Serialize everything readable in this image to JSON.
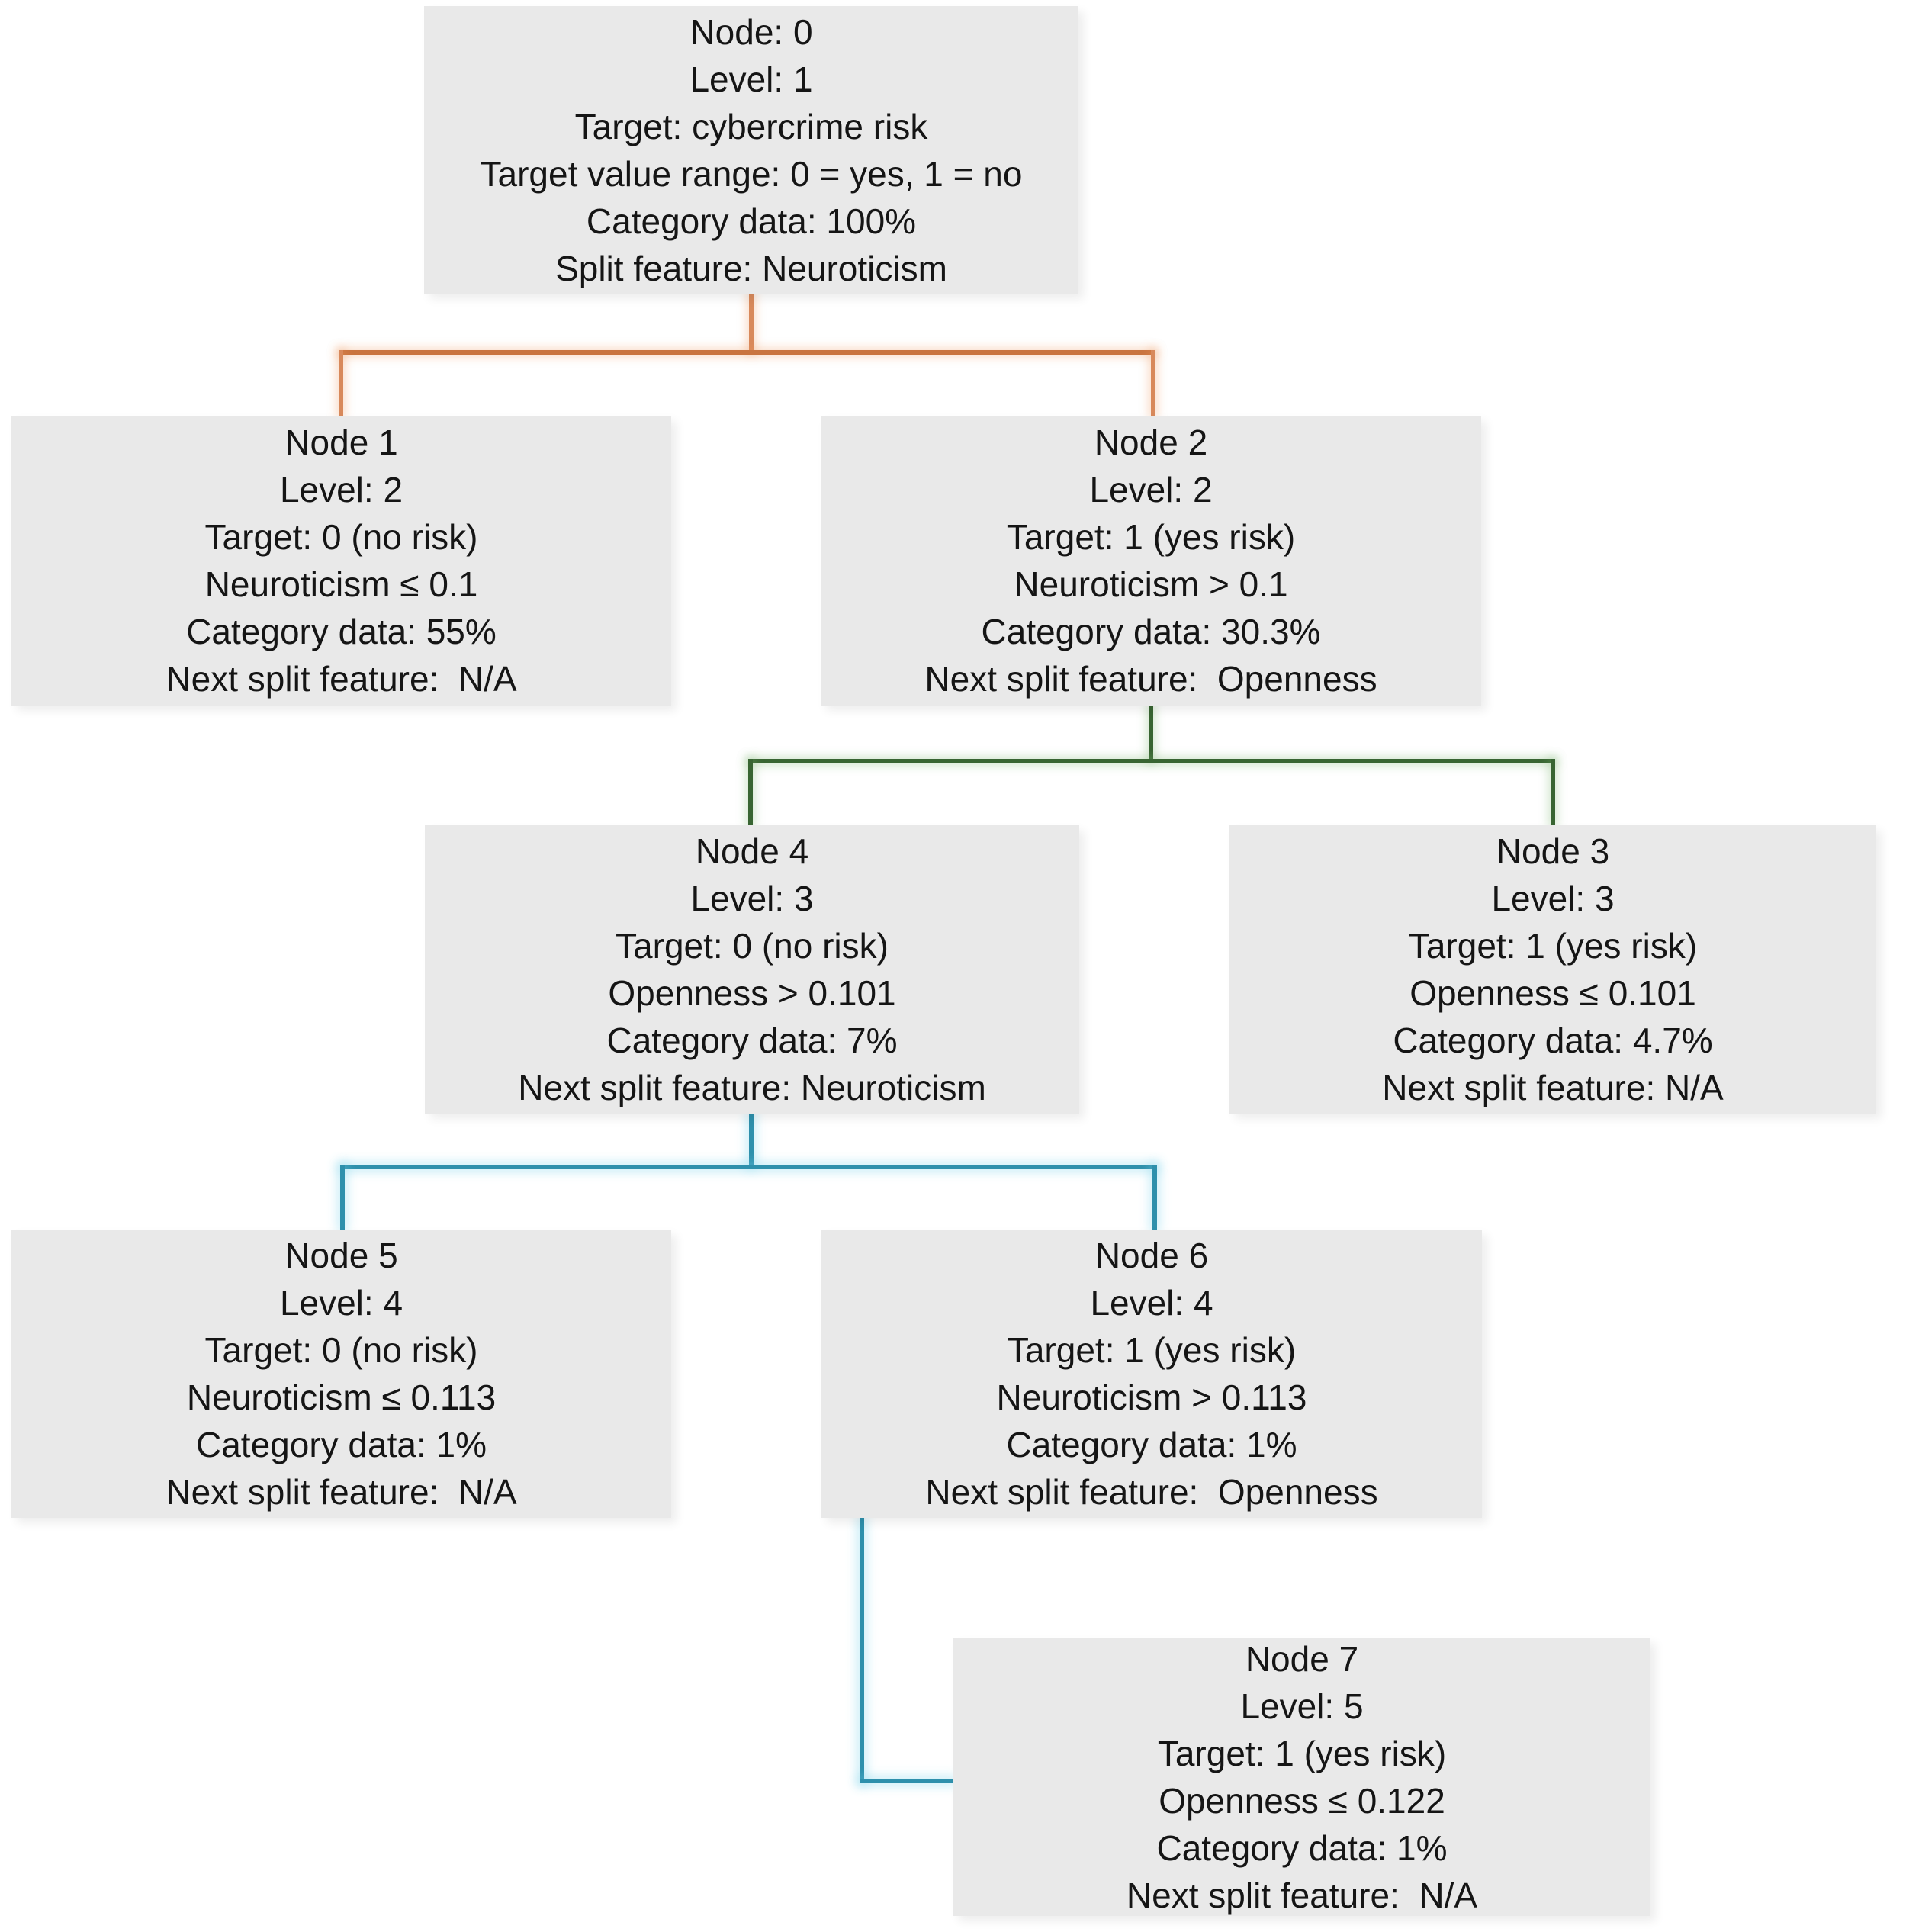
{
  "palette": {
    "node_fill": "#E9E9E9",
    "text_color": "#151515",
    "connector_level1_orange": "#C9743F",
    "connector_level2_green": "#386532",
    "connector_level3_teal": "#2E90AC"
  },
  "nodes": {
    "node0": {
      "lines": [
        "Node: 0",
        "Level: 1",
        "Target: cybercrime risk",
        "Target value range: 0 = yes, 1 = no",
        "Category data: 100%",
        "Split feature: Neuroticism"
      ]
    },
    "node1": {
      "lines": [
        "Node 1",
        "Level: 2",
        "Target: 0 (no risk)",
        "Neuroticism ≤ 0.1",
        "Category data: 55%",
        "Next split feature:  N/A"
      ]
    },
    "node2": {
      "lines": [
        "Node 2",
        "Level: 2",
        "Target: 1 (yes risk)",
        "Neuroticism > 0.1",
        "Category data: 30.3%",
        "Next split feature:  Openness"
      ]
    },
    "node4": {
      "lines": [
        "Node 4",
        "Level: 3",
        "Target: 0 (no risk)",
        "Openness > 0.101",
        "Category data: 7%",
        "Next split feature: Neuroticism"
      ]
    },
    "node3": {
      "lines": [
        "Node 3",
        "Level: 3",
        "Target: 1 (yes risk)",
        "Openness ≤ 0.101",
        "Category data: 4.7%",
        "Next split feature: N/A"
      ]
    },
    "node5": {
      "lines": [
        "Node 5",
        "Level: 4",
        "Target: 0 (no risk)",
        "Neuroticism ≤ 0.113",
        "Category data: 1%",
        "Next split feature:  N/A"
      ]
    },
    "node6": {
      "lines": [
        "Node 6",
        "Level: 4",
        "Target: 1 (yes risk)",
        "Neuroticism > 0.113",
        "Category data: 1%",
        "Next split feature:  Openness"
      ]
    },
    "node7": {
      "lines": [
        "Node 7",
        "Level: 5",
        "Target: 1 (yes risk)",
        "Openness ≤ 0.122",
        "Category data: 1%",
        "Next split feature:  N/A"
      ]
    }
  },
  "edges": [
    {
      "from": "node0",
      "to": [
        "node1",
        "node2"
      ],
      "color": "#C9743F"
    },
    {
      "from": "node2",
      "to": [
        "node4",
        "node3"
      ],
      "color": "#386532"
    },
    {
      "from": "node4",
      "to": [
        "node5",
        "node6"
      ],
      "color": "#2E90AC"
    },
    {
      "from": "node6",
      "to": [
        "node7"
      ],
      "color": "#2E90AC"
    }
  ]
}
